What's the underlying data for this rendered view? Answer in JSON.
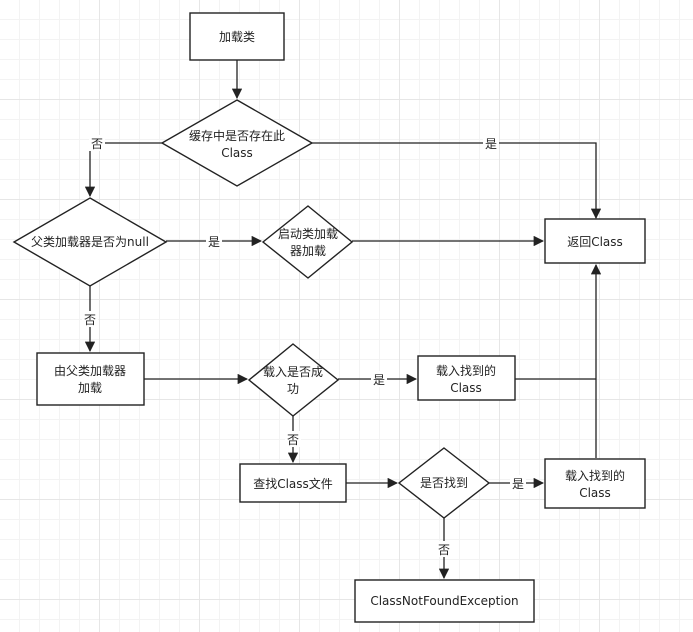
{
  "nodes": {
    "load_class": {
      "lines": [
        "加载类"
      ]
    },
    "cache_check": {
      "lines": [
        "缓存中是否存在此",
        "Class"
      ]
    },
    "parent_null": {
      "lines": [
        "父类加载器是否为null"
      ]
    },
    "bootstrap_load": {
      "lines": [
        "启动类加载",
        "器加载"
      ]
    },
    "return_class": {
      "lines": [
        "返回Class"
      ]
    },
    "parent_load": {
      "lines": [
        "由父类加载器",
        "加载"
      ]
    },
    "load_success": {
      "lines": [
        "载入是否成",
        "功"
      ]
    },
    "load_found_1": {
      "lines": [
        "载入找到的",
        "Class"
      ]
    },
    "find_file": {
      "lines": [
        "查找Class文件"
      ]
    },
    "found_check": {
      "lines": [
        "是否找到"
      ]
    },
    "load_found_2": {
      "lines": [
        "载入找到的",
        "Class"
      ]
    },
    "exception": {
      "lines": [
        "ClassNotFoundException"
      ]
    }
  },
  "edge_labels": {
    "cache_no": "否",
    "cache_yes": "是",
    "parent_null_yes": "是",
    "parent_null_no": "否",
    "success_yes": "是",
    "success_no": "否",
    "found_yes": "是",
    "found_no": "否"
  }
}
